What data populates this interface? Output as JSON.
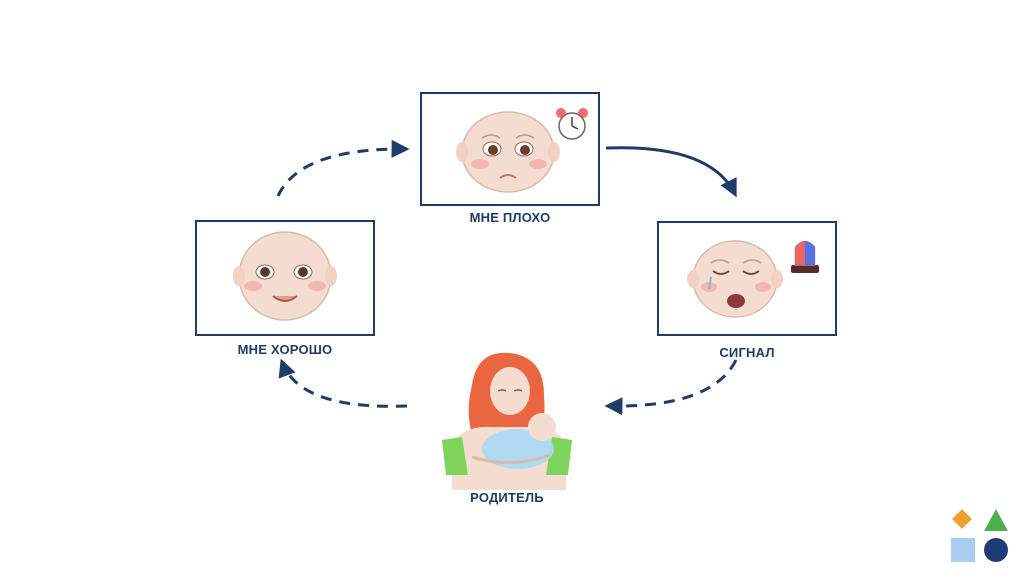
{
  "diagram": {
    "nodes": {
      "feel_bad": {
        "label": "МНЕ ПЛОХО",
        "illustration": "sad-baby-face-with-alarm-clock"
      },
      "signal": {
        "label": "СИГНАЛ",
        "illustration": "crying-baby-face-with-siren"
      },
      "parent": {
        "label": "РОДИТЕЛЬ",
        "illustration": "mother-holding-baby"
      },
      "feel_good": {
        "label": "МНЕ ХОРОШО",
        "illustration": "smiling-baby-face"
      }
    },
    "edges": [
      {
        "from": "feel_good",
        "to": "feel_bad",
        "style": "dashed"
      },
      {
        "from": "feel_bad",
        "to": "signal",
        "style": "solid"
      },
      {
        "from": "signal",
        "to": "parent",
        "style": "dashed"
      },
      {
        "from": "parent",
        "to": "feel_good",
        "style": "dashed"
      }
    ]
  },
  "colors": {
    "stroke": "#1f3b67",
    "blush": "#f2a7a7",
    "skin": "#f4ddd0",
    "hair": "#e8552b",
    "sleeve": "#7ed35a",
    "blanket": "#a8d8f5"
  },
  "logo": {
    "shapes": [
      "orange-diamond",
      "green-triangle",
      "light-blue-square",
      "navy-circle"
    ],
    "colors": [
      "#f0a030",
      "#4caf50",
      "#a9cdf0",
      "#1f3b7a"
    ]
  }
}
